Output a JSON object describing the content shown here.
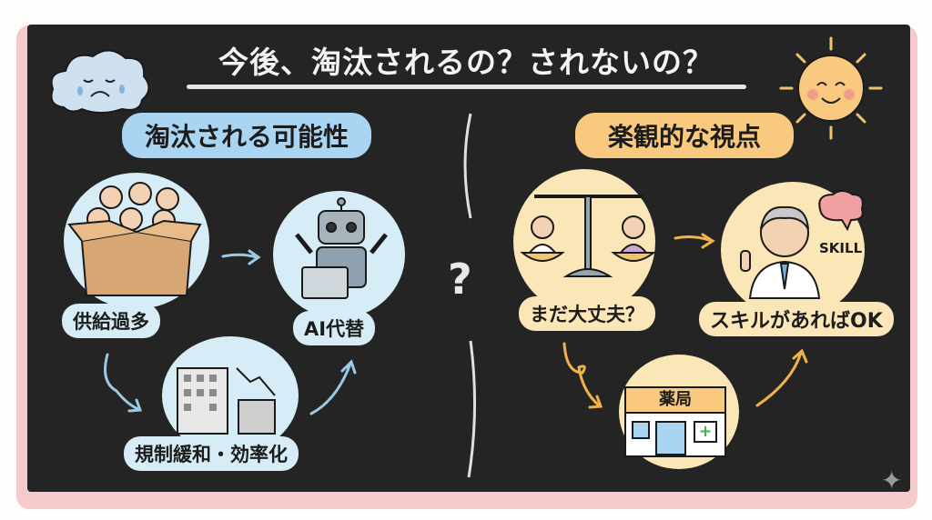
{
  "title": "今後、淘汰されるの？されないの？",
  "left": {
    "heading": "淘汰される可能性",
    "items": [
      {
        "label": "供給過多"
      },
      {
        "label": "AI代替"
      },
      {
        "label": "規制緩和・効率化"
      }
    ]
  },
  "center": {
    "symbol": "?"
  },
  "right": {
    "heading": "楽観的な視点",
    "items": [
      {
        "label": "まだ大丈夫？"
      },
      {
        "label": "スキルがあればOK",
        "badge": "SKILL"
      },
      {
        "label": "薬局",
        "sign": "薬局"
      }
    ]
  },
  "colors": {
    "board": "#242424",
    "frame": "#f6c9cb",
    "blue": "#a9d4f2",
    "orange": "#f8c97e",
    "arrow_blue": "#9cc9e6",
    "arrow_orange": "#f0b347"
  }
}
